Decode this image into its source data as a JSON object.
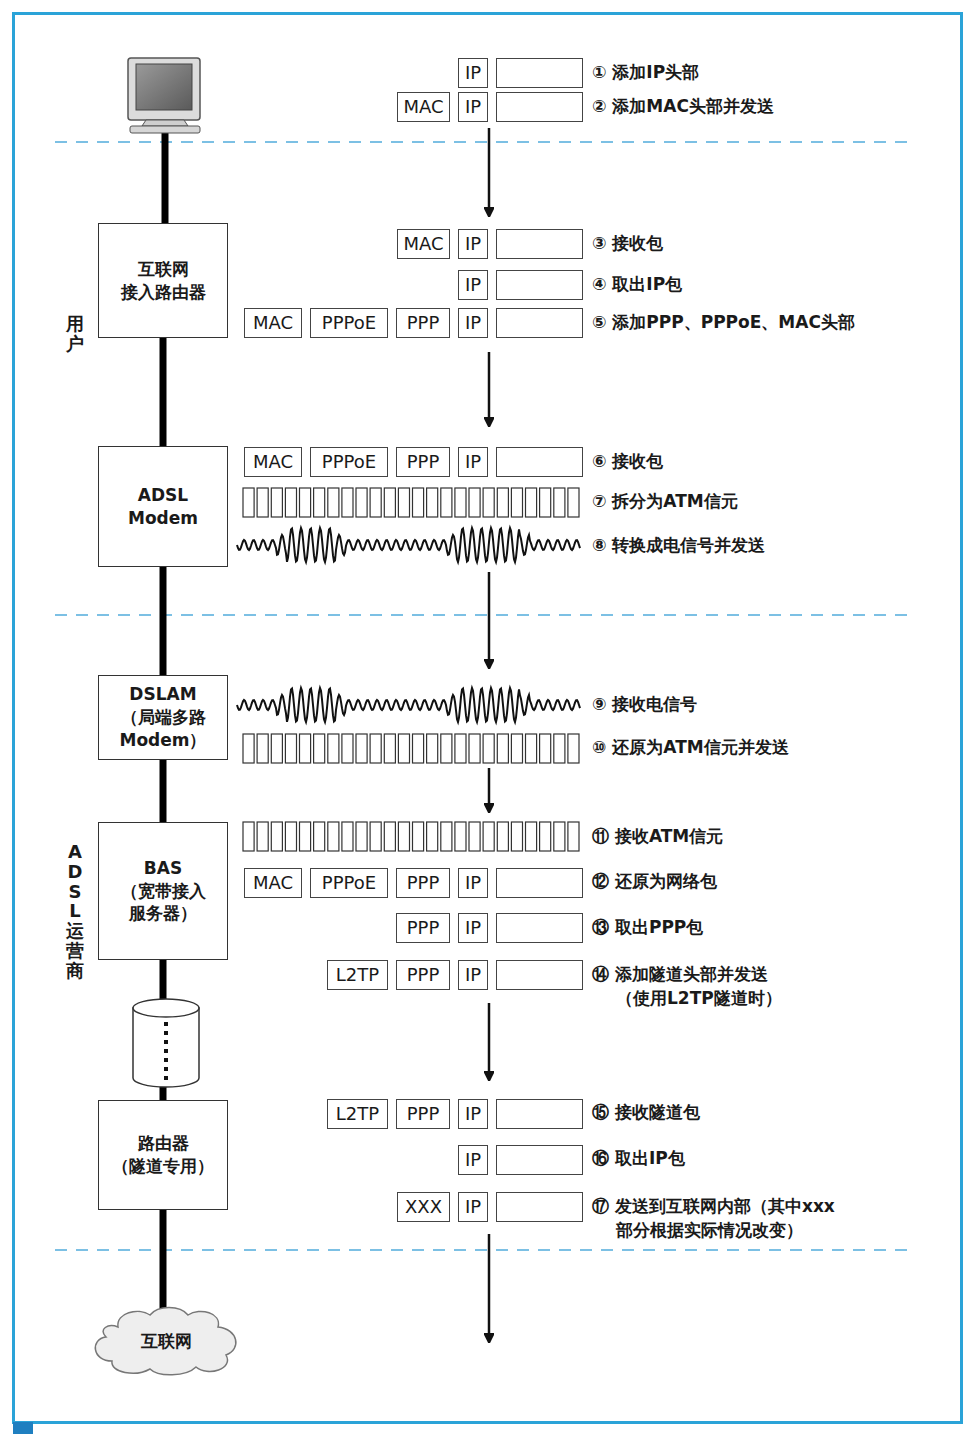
{
  "diagram": {
    "nodes": [
      {
        "text": [
          "互联网 接入路由器"
        ]
      },
      {
        "text": [
          "ADSL Modem"
        ]
      },
      {
        "text": [
          "DSLAM",
          "（局端多路 Modem）"
        ]
      },
      {
        "text": [
          "BAS",
          "（宽带接入 服务器）"
        ]
      },
      {
        "text": [
          "路由器",
          "（隧道专用）"
        ]
      },
      {
        "text": [
          "互联网"
        ]
      },
      {
        "text": [
          "IP"
        ]
      },
      {
        "text": [
          "MAC"
        ]
      },
      {
        "text": [
          "IP"
        ]
      },
      {
        "text": [
          "MAC"
        ]
      },
      {
        "text": [
          "IP"
        ]
      },
      {
        "text": [
          "IP"
        ]
      },
      {
        "text": [
          "MAC"
        ]
      },
      {
        "text": [
          "PPPoE"
        ]
      },
      {
        "text": [
          "PPP"
        ]
      },
      {
        "text": [
          "IP"
        ]
      },
      {
        "text": [
          "MAC"
        ]
      },
      {
        "text": [
          "PPPoE"
        ]
      },
      {
        "text": [
          "PPP"
        ]
      },
      {
        "text": [
          "IP"
        ]
      },
      {
        "text": [
          "MAC"
        ]
      },
      {
        "text": [
          "PPPoE"
        ]
      },
      {
        "text": [
          "PPP"
        ]
      },
      {
        "text": [
          "IP"
        ]
      },
      {
        "text": [
          "PPP"
        ]
      },
      {
        "text": [
          "IP"
        ]
      },
      {
        "text": [
          "L2TP"
        ]
      },
      {
        "text": [
          "PPP"
        ]
      },
      {
        "text": [
          "IP"
        ]
      },
      {
        "text": [
          "L2TP"
        ]
      },
      {
        "text": [
          "PPP"
        ]
      },
      {
        "text": [
          "IP"
        ]
      },
      {
        "text": [
          "IP"
        ]
      },
      {
        "text": [
          "XXX"
        ]
      },
      {
        "text": [
          "IP"
        ]
      }
    ],
    "edges": [
      {
        "from": 0,
        "to": 1,
        "arrow": "none"
      },
      {
        "from": 1,
        "to": 2,
        "arrow": "none"
      },
      {
        "from": 2,
        "to": 3,
        "arrow": "none"
      },
      {
        "from": 3,
        "to": 4,
        "arrow": "none"
      },
      {
        "from": 4,
        "to": 5,
        "arrow": "none"
      }
    ],
    "labels": [
      "用户",
      "ADSL运营商",
      "① 添加IP头部",
      "② 添加MAC头部并发送",
      "③ 接收包",
      "④ 取出IP包",
      "⑤ 添加PPP、PPPoE、MAC头部",
      "⑥ 接收包",
      "⑦ 拆分为ATM信元",
      "⑧ 转换成电信号并发送",
      "⑨ 接收电信号",
      "⑩ 还原为ATM信元并发送",
      "⑪ 接收ATM信元",
      "⑫ 还原为网络包",
      "⑬ 取出PPP包",
      "⑭ 添加隧道头部并发送 （使用L2TP隧道时）",
      "⑮ 接收隧道包",
      "⑯ 取出IP包",
      "⑰ 发送到互联网内部（其中xxx 部分根据实际情况改变）"
    ]
  }
}
